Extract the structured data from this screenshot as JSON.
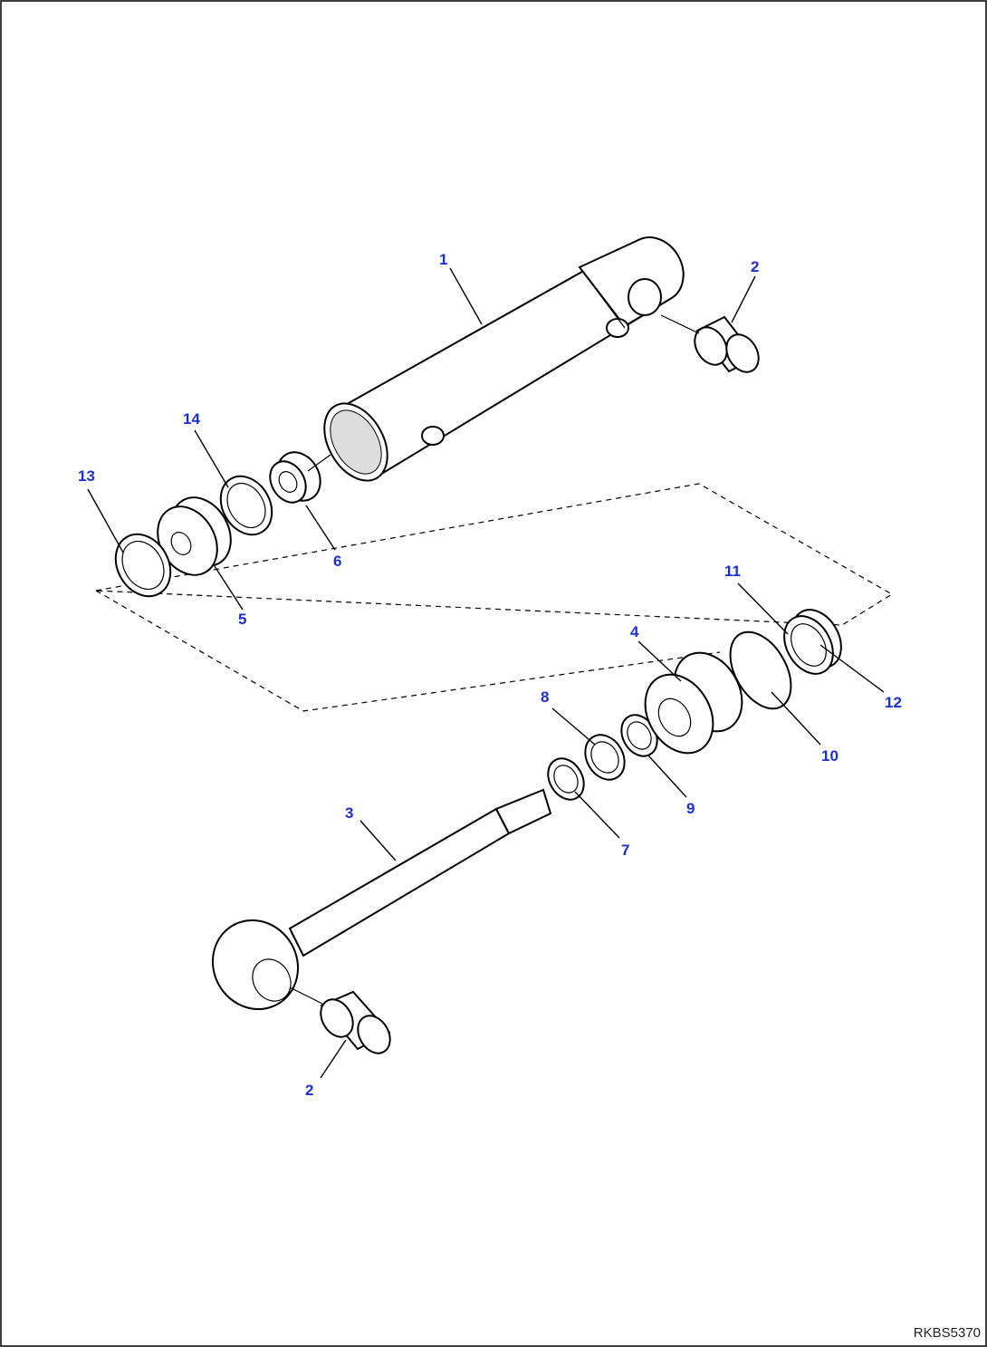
{
  "document_id": "RKBS5370",
  "callouts": [
    "1",
    "2",
    "2",
    "3",
    "4",
    "5",
    "6",
    "7",
    "8",
    "9",
    "10",
    "11",
    "12",
    "13",
    "14"
  ],
  "colors": {
    "callout_text": "#1a2fd6",
    "line_art": "#000000",
    "background": "#ffffff"
  }
}
